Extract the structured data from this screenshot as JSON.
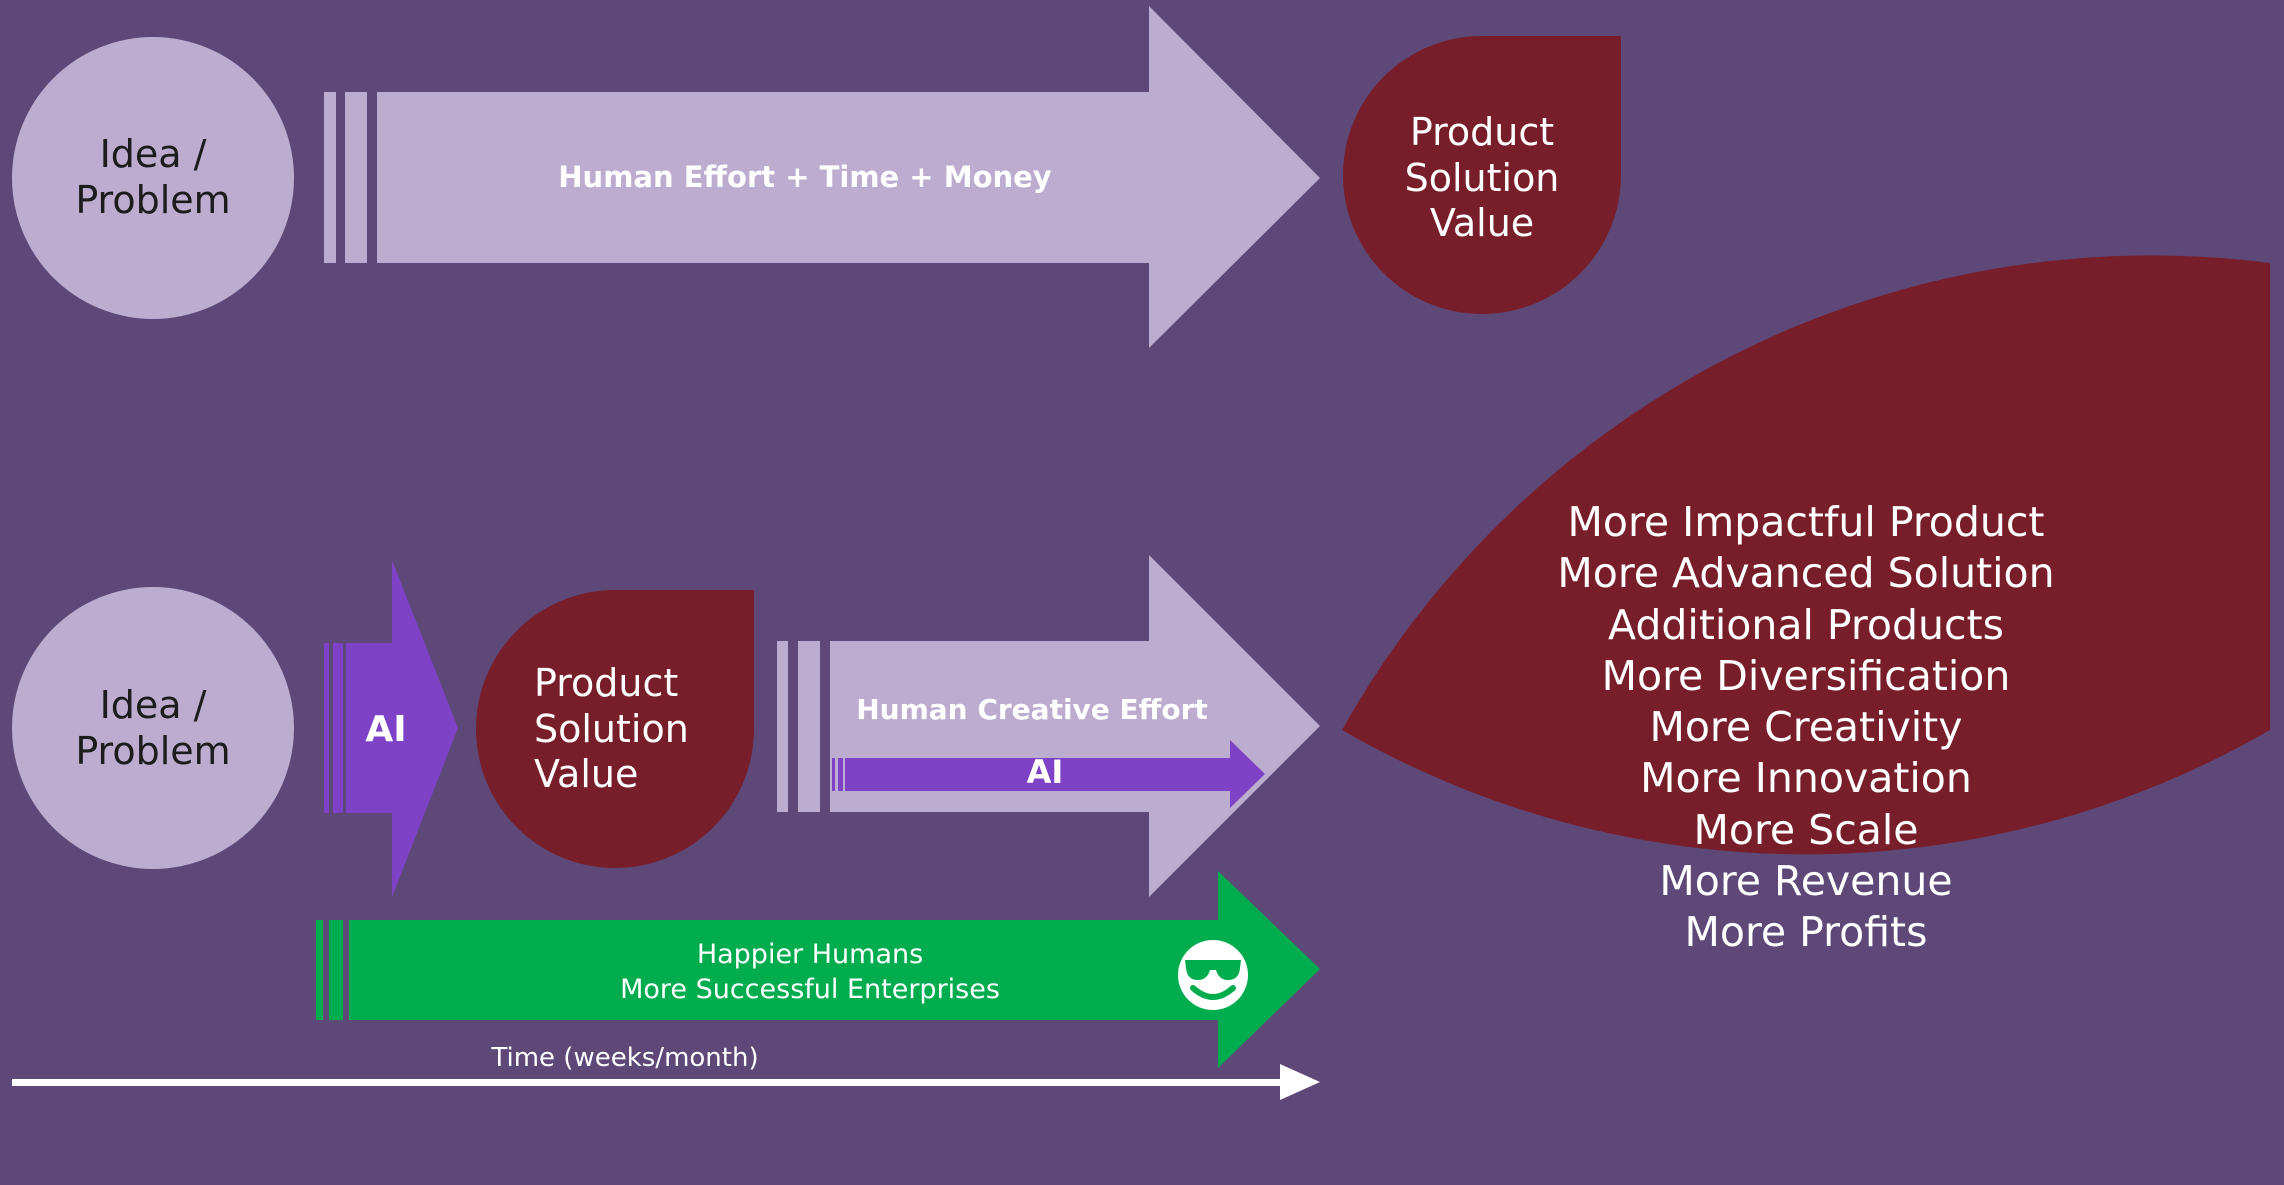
{
  "colors": {
    "background": "#5d4878",
    "lavender": "#bcaccf",
    "maroon": "#781e2a",
    "purple": "#7d42c6",
    "green": "#00ad4e",
    "white": "#ffffff"
  },
  "top_row": {
    "idea": [
      "Idea /",
      "Problem"
    ],
    "arrow_label": "Human Effort + Time + Money",
    "result": [
      "Product",
      "Solution",
      "Value"
    ]
  },
  "bottom_row": {
    "idea": [
      "Idea /",
      "Problem"
    ],
    "ai_arrow_label": "AI",
    "result": [
      "Product",
      "Solution",
      "Value"
    ],
    "human_arrow_label": "Human Creative Effort",
    "inner_ai_label": "AI"
  },
  "green_arrow": {
    "lines": [
      "Happier Humans",
      "More Successful Enterprises"
    ],
    "icon": "smiling-face-with-sunglasses-icon"
  },
  "timeline": {
    "label": "Time (weeks/month)"
  },
  "outcomes": [
    "More Impactful Product",
    "More Advanced Solution",
    "Additional Products",
    "More Diversification",
    "More Creativity",
    "More Innovation",
    "More Scale",
    "More Revenue",
    "More Profits"
  ]
}
